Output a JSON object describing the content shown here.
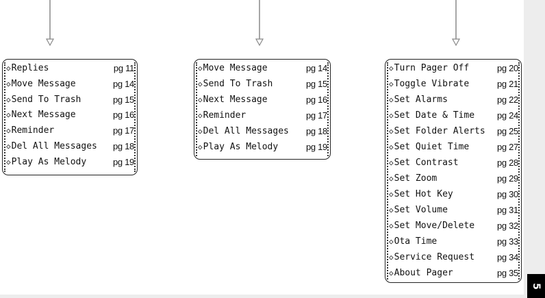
{
  "bullet_char": "◇",
  "columns": [
    {
      "items": [
        {
          "label": "Replies",
          "page": "pg 11"
        },
        {
          "label": "Move Message",
          "page": "pg 14"
        },
        {
          "label": "Send To Trash",
          "page": "pg 15"
        },
        {
          "label": "Next Message",
          "page": "pg 16"
        },
        {
          "label": "Reminder",
          "page": "pg 17"
        },
        {
          "label": "Del All Messages",
          "page": "pg 18"
        },
        {
          "label": "Play As Melody",
          "page": "pg 19"
        }
      ]
    },
    {
      "items": [
        {
          "label": "Move Message",
          "page": "pg 14"
        },
        {
          "label": "Send To Trash",
          "page": "pg 15"
        },
        {
          "label": "Next Message",
          "page": "pg 16"
        },
        {
          "label": "Reminder",
          "page": "pg 17"
        },
        {
          "label": "Del All Messages",
          "page": "pg 18"
        },
        {
          "label": "Play As Melody",
          "page": "pg 19"
        }
      ]
    },
    {
      "items": [
        {
          "label": "Turn Pager Off",
          "page": "pg 20"
        },
        {
          "label": "Toggle Vibrate",
          "page": "pg 21"
        },
        {
          "label": "Set Alarms",
          "page": "pg 22"
        },
        {
          "label": "Set Date & Time",
          "page": "pg 24"
        },
        {
          "label": "Set Folder Alerts",
          "page": "pg 25"
        },
        {
          "label": "Set Quiet Time",
          "page": "pg 27"
        },
        {
          "label": "Set Contrast",
          "page": "pg 28"
        },
        {
          "label": "Set Zoom",
          "page": "pg 29"
        },
        {
          "label": "Set Hot Key",
          "page": "pg 30"
        },
        {
          "label": "Set Volume",
          "page": "pg 31"
        },
        {
          "label": "Set Move/Delete",
          "page": "pg 32"
        },
        {
          "label": "Ota Time",
          "page": "pg 33"
        },
        {
          "label": "Service Request",
          "page": "pg 34"
        },
        {
          "label": "About Pager",
          "page": "pg 35"
        }
      ]
    }
  ],
  "chapter_tab": "5"
}
